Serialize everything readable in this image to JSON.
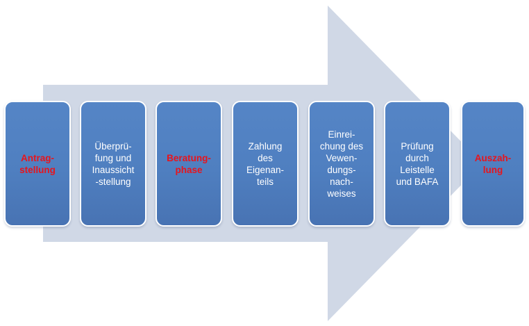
{
  "colors": {
    "arrow_fill": "#d0d8e6",
    "box_fill": "#4f81bd",
    "box_border": "#ffffff",
    "text_normal": "#ffffff",
    "text_highlight": "#e8141c"
  },
  "steps": [
    {
      "label": "Antrag-\nstellung",
      "highlight": true
    },
    {
      "label": "Überprü-\nfung  und\nInaussicht\n-stellung",
      "highlight": false
    },
    {
      "label": "Beratung-\nphase",
      "highlight": true
    },
    {
      "label": "Zahlung\ndes\nEigenan-\nteils",
      "highlight": false
    },
    {
      "label": "Einrei-\nchung des\nVewen-\ndungs-\nnach-\nweises",
      "highlight": false
    },
    {
      "label": "Prüfung\ndurch\nLeistelle\nund BAFA",
      "highlight": false
    },
    {
      "label": "Auszah-\nlung",
      "highlight": true
    }
  ]
}
